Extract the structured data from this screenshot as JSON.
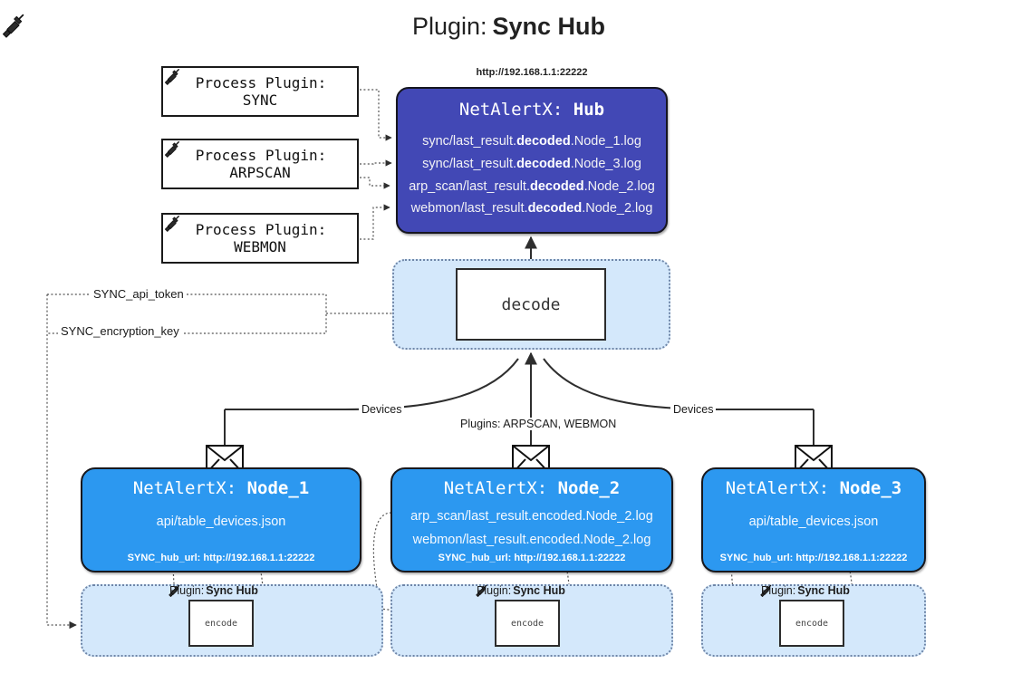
{
  "title": {
    "icon": "plug-icon",
    "prefix": "Plugin:",
    "name": "Sync Hub"
  },
  "process_plugins": [
    {
      "icon": "plug-icon",
      "line1": "Process Plugin:",
      "line2": "SYNC"
    },
    {
      "icon": "plug-icon",
      "line1": "Process Plugin:",
      "line2": "ARPSCAN"
    },
    {
      "icon": "plug-icon",
      "line1": "Process Plugin:",
      "line2": "WEBMON"
    }
  ],
  "hub": {
    "url": "http://192.168.1.1:22222",
    "title_prefix": "NetAlertX:",
    "title_name": "Hub",
    "lines": [
      {
        "pre": "sync/last_result.",
        "mid": "decoded",
        "post": ".Node_1.log"
      },
      {
        "pre": "sync/last_result.",
        "mid": "decoded",
        "post": ".Node_3.log"
      },
      {
        "pre": "arp_scan/last_result.",
        "mid": "decoded",
        "post": ".Node_2.log"
      },
      {
        "pre": "webmon/last_result.",
        "mid": "decoded",
        "post": ".Node_2.log"
      }
    ]
  },
  "decode": {
    "label": "decode"
  },
  "tokens": {
    "api_token": "SYNC_api_token",
    "encryption_key": "SYNC_encryption_key"
  },
  "edge_labels": {
    "devices_left": "Devices",
    "devices_right": "Devices",
    "plugins_center": "Plugins: ARPSCAN, WEBMON"
  },
  "nodes": [
    {
      "id": "node-1",
      "icon": "envelope-icon",
      "title_prefix": "NetAlertX:",
      "title_name": "Node_1",
      "lines": [
        "api/table_devices.json"
      ],
      "url_label": "SYNC_hub_url:",
      "url_value": "http://192.168.1.1:22222"
    },
    {
      "id": "node-2",
      "icon": "envelope-icon",
      "title_prefix": "NetAlertX:",
      "title_name": "Node_2",
      "lines": [
        "arp_scan/last_result.encoded.Node_2.log",
        "webmon/last_result.encoded.Node_2.log"
      ],
      "url_label": "SYNC_hub_url:",
      "url_value": "http://192.168.1.1:22222"
    },
    {
      "id": "node-3",
      "icon": "envelope-icon",
      "title_prefix": "NetAlertX:",
      "title_name": "Node_3",
      "lines": [
        "api/table_devices.json"
      ],
      "url_label": "SYNC_hub_url:",
      "url_value": "http://192.168.1.1:22222"
    }
  ],
  "encode_strips": [
    {
      "plugin_prefix": "Plugin:",
      "plugin_name": "Sync Hub",
      "box_label": "encode"
    },
    {
      "plugin_prefix": "Plugin:",
      "plugin_name": "Sync Hub",
      "box_label": "encode"
    },
    {
      "plugin_prefix": "Plugin:",
      "plugin_name": "Sync Hub",
      "box_label": "encode"
    }
  ],
  "colors": {
    "hub_fill": "#4248b5",
    "node_fill": "#2c98f0",
    "panel_fill": "#d4e8fb",
    "panel_stroke": "#6f86a8",
    "line": "#3a3a3a"
  }
}
